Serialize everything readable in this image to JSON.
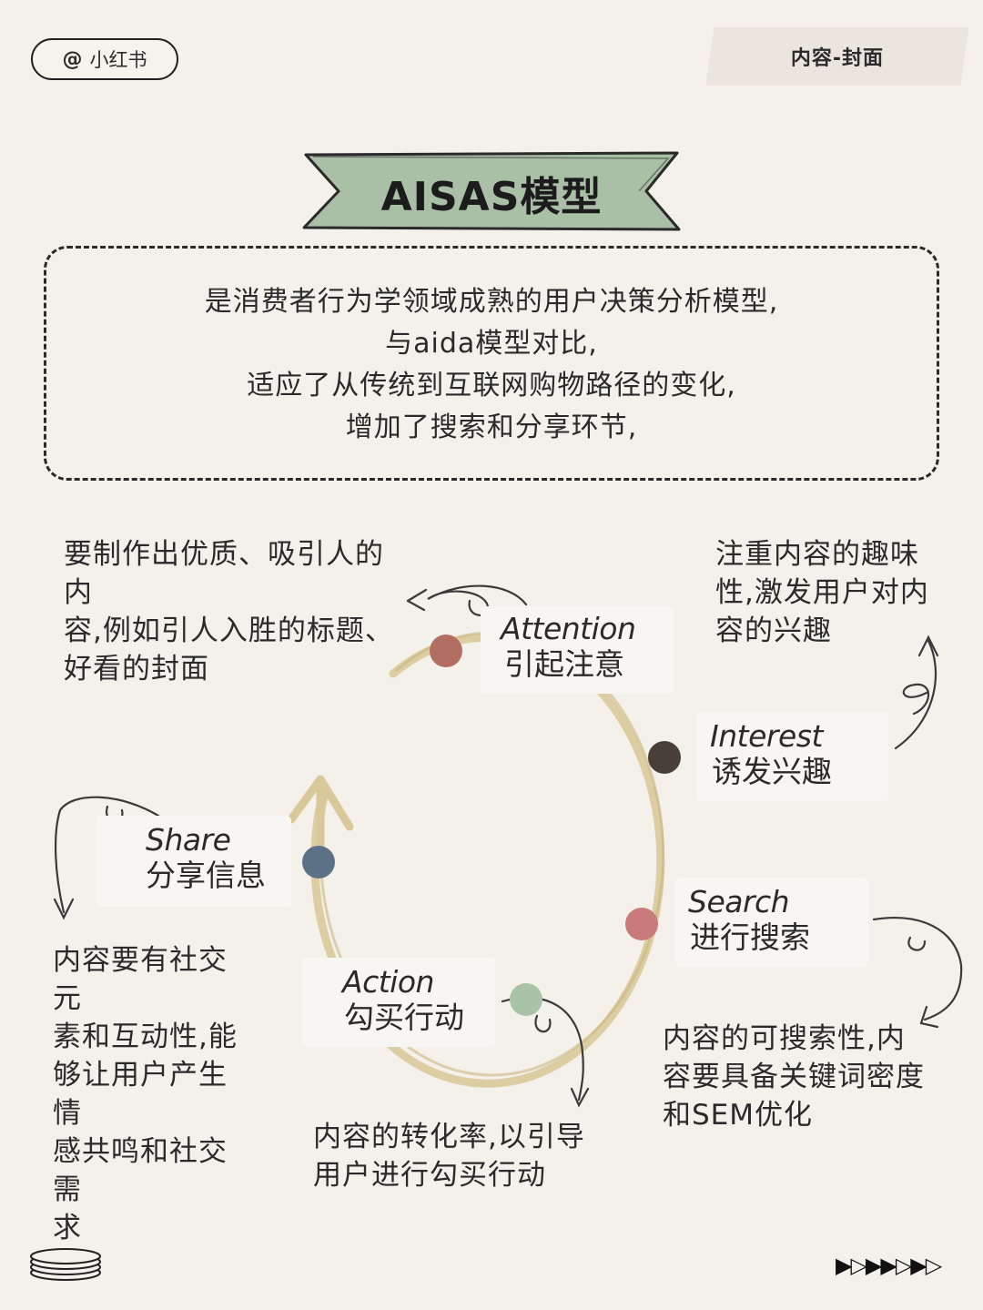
{
  "header": {
    "handle_at": "@",
    "handle_name": "小红书",
    "tag_label": "内容-封面"
  },
  "title": "AISAS模型",
  "description": [
    "是消费者行为学领域成熟的用户决策分析模型,",
    "与aida模型对比,",
    "适应了从传统到互联网购物路径的变化,",
    "增加了搜索和分享环节,"
  ],
  "stages": {
    "attention": {
      "en": "Attention",
      "zh": "引起注意",
      "color": "#b36e62"
    },
    "interest": {
      "en": "Interest",
      "zh": "诱发兴趣",
      "color": "#4a3f37"
    },
    "search": {
      "en": "Search",
      "zh": "进行搜索",
      "color": "#c97b7b"
    },
    "action": {
      "en": "Action",
      "zh": "勾买行动",
      "color": "#a9c3a8"
    },
    "share": {
      "en": "Share",
      "zh": "分享信息",
      "color": "#5d7186"
    }
  },
  "notes": {
    "attention": [
      "要制作出优质、吸引人的内",
      "容,例如引人入胜的标题、",
      "好看的封面"
    ],
    "interest": [
      "注重内容的趣味",
      "性,激发用户对内",
      "容的兴趣"
    ],
    "search": [
      "内容的可搜索性,内",
      "容要具备关键词密度",
      "和SEM优化"
    ],
    "action": [
      "内容的转化率,以引导",
      "用户进行勾买行动"
    ],
    "share": [
      "内容要有社交元",
      "素和互动性,能",
      "够让用户产生情",
      "感共鸣和社交需",
      "求"
    ]
  },
  "colors": {
    "background": "#f3f1ea",
    "banner": "#a9bfa6",
    "ring": "#d9c99a"
  },
  "footer": {
    "stack_icon": "coin-stack-icon",
    "arrows": "▶▷▶▶▷▶▷"
  }
}
